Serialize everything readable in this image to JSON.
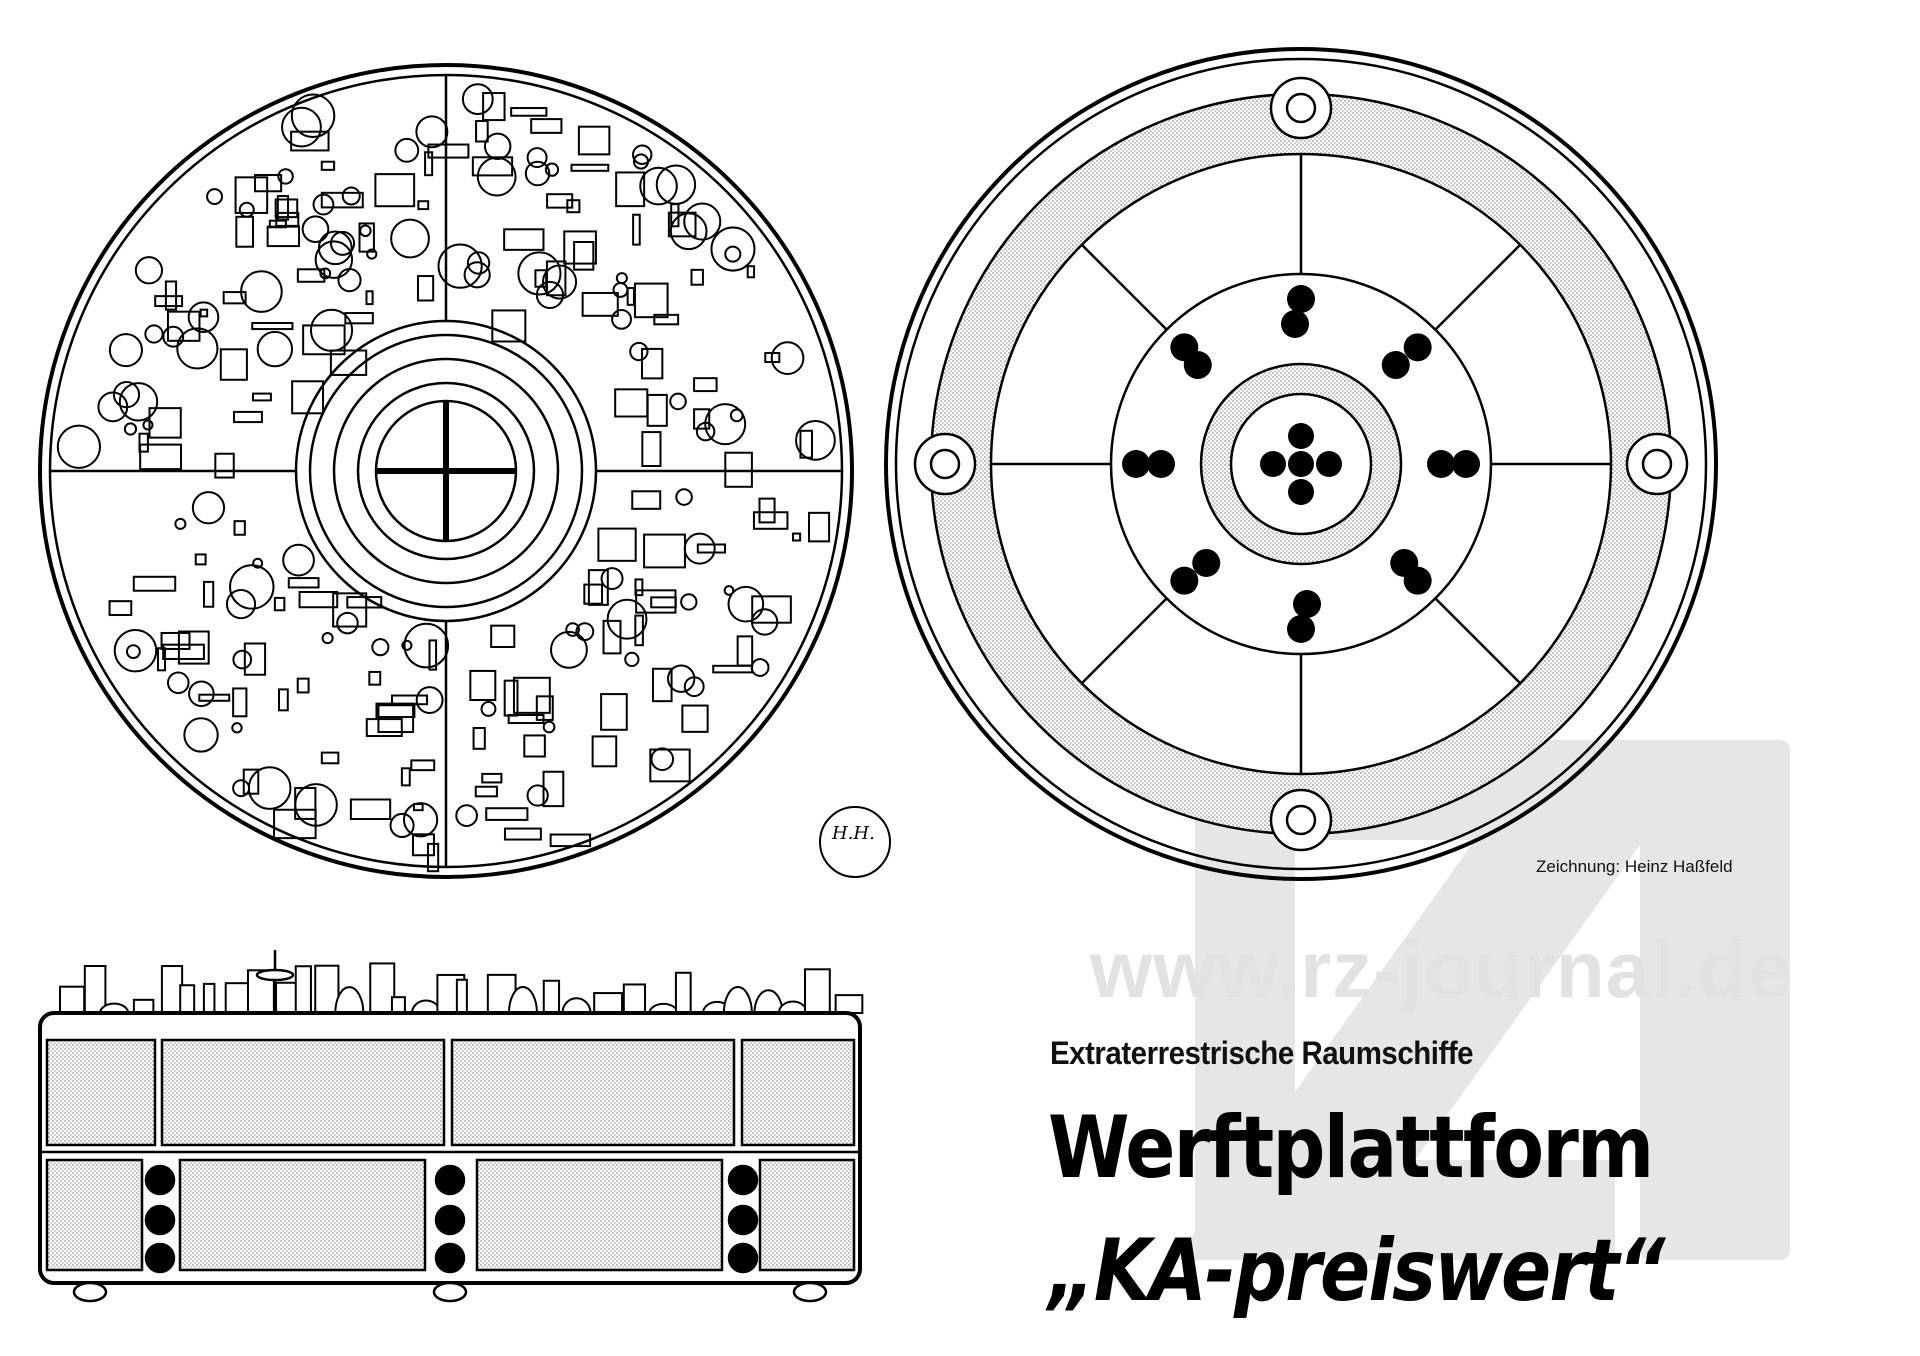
{
  "watermark": {
    "logo": "rz",
    "url": "www.rz-journal.de"
  },
  "caption": "Zeichnung: Heinz Haßfeld",
  "signature": "H.H.",
  "kicker": "Extraterrestrische Raumschiffe",
  "title_line1": "Werftplattform",
  "title_line2": "„KA-preiswert“"
}
